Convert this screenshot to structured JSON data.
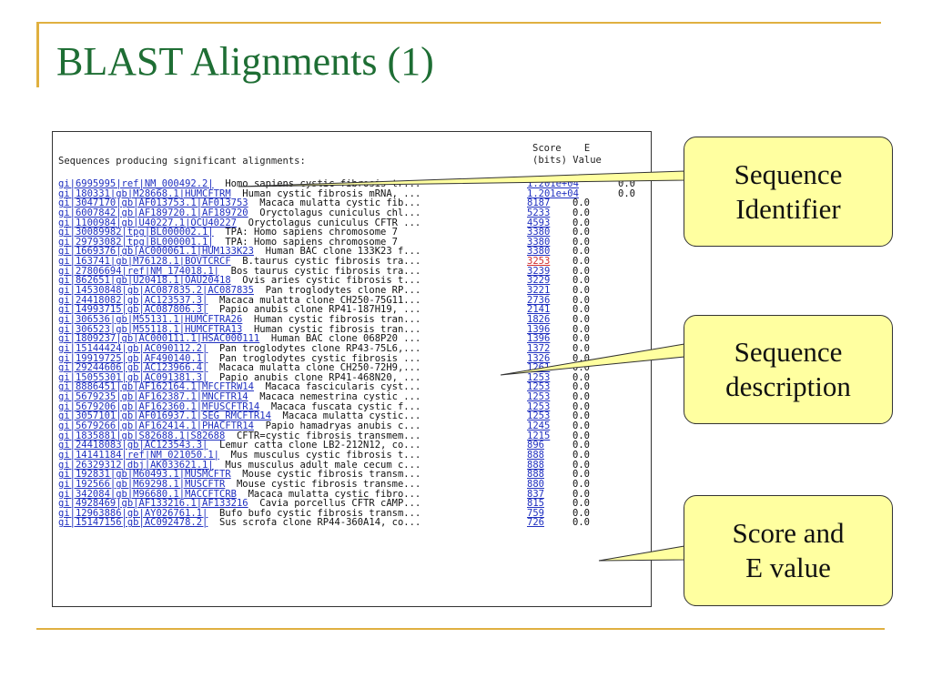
{
  "slide": {
    "title": "BLAST Alignments (1)"
  },
  "blast": {
    "header_left": "Sequences producing significant alignments:",
    "header_score_line1": "Score    E",
    "header_score_line2": "(bits) Value",
    "rows": [
      {
        "id": "gi|6995995|ref|NM_000492.2|",
        "desc": "  Homo sapiens cystic fibrosis tr...",
        "score": "1.201e+04",
        "evalue": "0.0"
      },
      {
        "id": "gi|180331|gb|M28668.1|HUMCFTRM",
        "desc": "  Human cystic fibrosis mRNA, ...",
        "score": "1.201e+04",
        "evalue": "0.0"
      },
      {
        "id": "gi|3047170|gb|AF013753.1|AF013753",
        "desc": "  Macaca mulatta cystic fib...",
        "score": "8187",
        "evalue": "0.0"
      },
      {
        "id": "gi|6007842|gb|AF189720.1|AF189720",
        "desc": "  Oryctolagus cuniculus chl...",
        "score": "5233",
        "evalue": "0.0"
      },
      {
        "id": "gi|1100984|gb|U40227.1|OCU40227",
        "desc": "  Oryctolagus cuniculus CFTR ...",
        "score": "4593",
        "evalue": "0.0"
      },
      {
        "id": "gi|30089982|tpg|BL000002.1|",
        "desc": "  TPA: Homo sapiens chromosome 7",
        "score": "3380",
        "evalue": "0.0"
      },
      {
        "id": "gi|29793082|tpg|BL000001.1|",
        "desc": "  TPA: Homo sapiens chromosome 7",
        "score": "3380",
        "evalue": "0.0"
      },
      {
        "id": "gi|1669376|gb|AC000061.1|HUM133K23",
        "desc": "  Human BAC clone 133K23 f...",
        "score": "3380",
        "evalue": "0.0"
      },
      {
        "id": "gi|163741|gb|M76128.1|BOVTCRCF",
        "desc": "  B.taurus cystic fibrosis tra...",
        "score": "3253",
        "evalue": "0.0"
      },
      {
        "id": "gi|27806694|ref|NM_174018.1|",
        "desc": "  Bos taurus cystic fibrosis tra...",
        "score": "3239",
        "evalue": "0.0"
      },
      {
        "id": "gi|862651|gb|U20418.1|OAU20418",
        "desc": "  Ovis aries cystic fibrosis t...",
        "score": "3229",
        "evalue": "0.0"
      },
      {
        "id": "gi|14530848|gb|AC087835.2|AC087835",
        "desc": "  Pan troglodytes clone RP...",
        "score": "3221",
        "evalue": "0.0"
      },
      {
        "id": "gi|24418082|gb|AC123537.3|",
        "desc": "  Macaca mulatta clone CH250-75G11...",
        "score": "2736",
        "evalue": "0.0"
      },
      {
        "id": "gi|14993715|gb|AC087806.3|",
        "desc": "  Papio anubis clone RP41-187H19, ...",
        "score": "2141",
        "evalue": "0.0"
      },
      {
        "id": "gi|306536|gb|M55131.1|HUMCFTRA26",
        "desc": "  Human cystic fibrosis tran...",
        "score": "1826",
        "evalue": "0.0"
      },
      {
        "id": "gi|306523|gb|M55118.1|HUMCFTRA13",
        "desc": "  Human cystic fibrosis tran...",
        "score": "1396",
        "evalue": "0.0"
      },
      {
        "id": "gi|1809237|gb|AC000111.1|HSAC000111",
        "desc": "  Human BAC clone 068P20 ...",
        "score": "1396",
        "evalue": "0.0"
      },
      {
        "id": "gi|15144424|gb|AC090112.2|",
        "desc": "  Pan troglodytes clone RP43-75L6,...",
        "score": "1372",
        "evalue": "0.0"
      },
      {
        "id": "gi|19919725|gb|AF490140.1|",
        "desc": "  Pan troglodytes cystic fibrosis ...",
        "score": "1326",
        "evalue": "0.0"
      },
      {
        "id": "gi|29244606|gb|AC123966.4|",
        "desc": "  Macaca mulatta clone CH250-72H9,...",
        "score": "1261",
        "evalue": "0.0"
      },
      {
        "id": "gi|15055301|gb|AC091381.3|",
        "desc": "  Papio anubis clone RP41-468N20, ...",
        "score": "1253",
        "evalue": "0.0"
      },
      {
        "id": "gi|8886451|gb|AF162164.1|MFCFTRW14",
        "desc": "  Macaca fascicularis cyst...",
        "score": "1253",
        "evalue": "0.0"
      },
      {
        "id": "gi|5679235|gb|AF162387.1|MNCFTR14",
        "desc": "  Macaca nemestrina cystic ...",
        "score": "1253",
        "evalue": "0.0"
      },
      {
        "id": "gi|5679206|gb|AF162360.1|MFUSCFTR14",
        "desc": "  Macaca fuscata cystic f...",
        "score": "1253",
        "evalue": "0.0"
      },
      {
        "id": "gi|3057101|gb|AF016937.1|SEG_RMCFTR14",
        "desc": "  Macaca mulatta cystic...",
        "score": "1253",
        "evalue": "0.0"
      },
      {
        "id": "gi|5679266|gb|AF162414.1|PHACFTR14",
        "desc": "  Papio hamadryas anubis c...",
        "score": "1245",
        "evalue": "0.0"
      },
      {
        "id": "gi|1835881|gb|S82688.1|S82688",
        "desc": "  CFTR=cystic fibrosis transmem...",
        "score": "1215",
        "evalue": "0.0"
      },
      {
        "id": "gi|24418083|gb|AC123543.3|",
        "desc": "  Lemur catta clone LB2-212N12, co...",
        "score": "896",
        "evalue": "0.0"
      },
      {
        "id": "gi|14141184|ref|NM_021050.1|",
        "desc": "  Mus musculus cystic fibrosis t...",
        "score": "888",
        "evalue": "0.0"
      },
      {
        "id": "gi|26329312|dbj|AK033621.1|",
        "desc": "  Mus musculus adult male cecum c...",
        "score": "888",
        "evalue": "0.0"
      },
      {
        "id": "gi|192831|gb|M60493.1|MUSMCFTR",
        "desc": "  Mouse cystic fibrosis transm...",
        "score": "888",
        "evalue": "0.0"
      },
      {
        "id": "gi|192566|gb|M69298.1|MUSCFTR",
        "desc": "  Mouse cystic fibrosis transme...",
        "score": "880",
        "evalue": "0.0"
      },
      {
        "id": "gi|342084|gb|M96680.1|MACCFTCRB",
        "desc": "  Macaca mulatta cystic fibro...",
        "score": "837",
        "evalue": "0.0"
      },
      {
        "id": "gi|4928469|gb|AF133216.1|AF133216",
        "desc": "  Cavia porcellus CFTR cAMP...",
        "score": "815",
        "evalue": "0.0"
      },
      {
        "id": "gi|12963886|gb|AY026761.1|",
        "desc": "  Bufo bufo cystic fibrosis transm...",
        "score": "759",
        "evalue": "0.0"
      },
      {
        "id": "gi|15147156|gb|AC092478.2|",
        "desc": "  Sus scrofa clone RP44-360A14, co...",
        "score": "726",
        "evalue": "0.0"
      }
    ]
  },
  "callouts": {
    "identifier_line1": "Sequence",
    "identifier_line2": "Identifier",
    "description_line1": "Sequence",
    "description_line2": "description",
    "score_line1": "Score and",
    "score_line2": "E value"
  },
  "colors": {
    "title": "#1e6e34",
    "accent_line": "#e0b040",
    "callout_fill": "#ffffa0",
    "link": "#2030c0"
  }
}
